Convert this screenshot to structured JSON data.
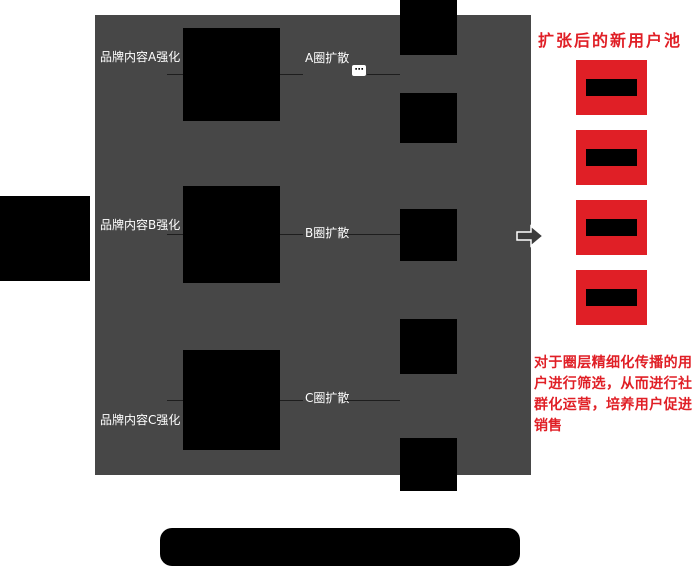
{
  "diagram": {
    "rows": [
      {
        "content_label": "品牌内容A强化",
        "spread_label": "A圈扩散"
      },
      {
        "content_label": "品牌内容B强化",
        "spread_label": "B圈扩散"
      },
      {
        "content_label": "品牌内容C强化",
        "spread_label": "C圈扩散"
      }
    ]
  },
  "right_panel": {
    "title": "扩张后的新用户池",
    "description": "对于圈层精细化传播的用户进行筛选，从而进行社群化运营，培养用户促进销售"
  },
  "icons": {
    "ellipsis": "⋯"
  },
  "colors": {
    "accent_red": "#e01f26",
    "panel_gray": "#474747",
    "box_black": "#000000"
  }
}
